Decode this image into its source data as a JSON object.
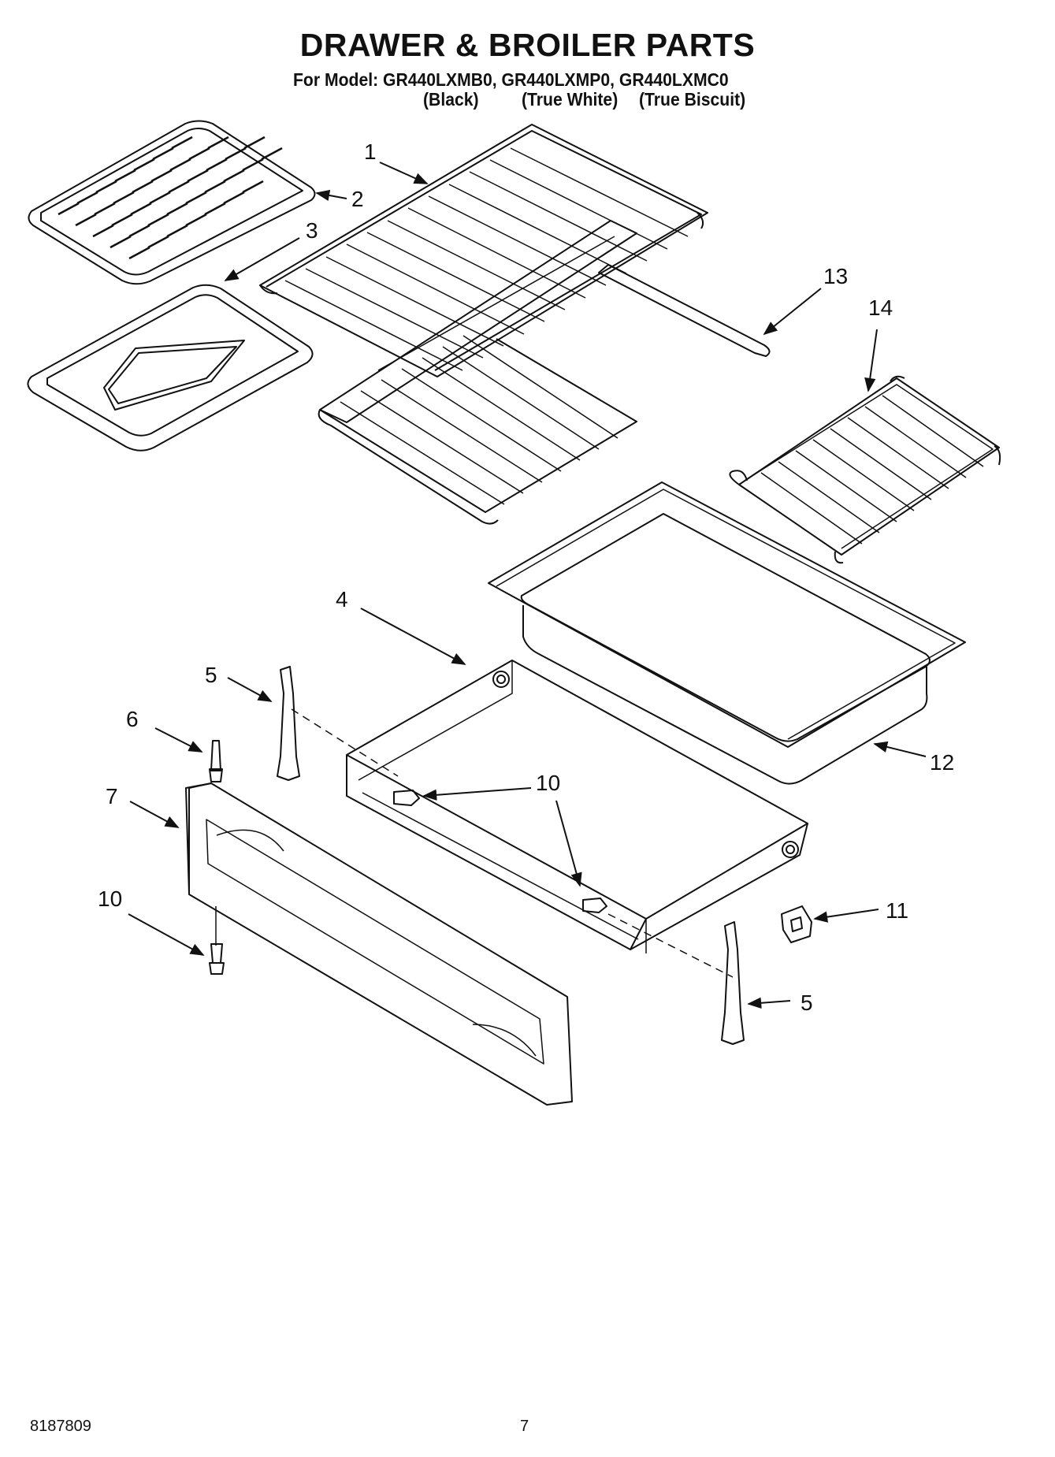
{
  "header": {
    "title": "DRAWER & BROILER PARTS",
    "model_line": "For Model: GR440LXMB0, GR440LXMP0, GR440LXMC0",
    "variants": [
      "(Black)",
      "(True White)",
      "(True Biscuit)"
    ]
  },
  "callouts": {
    "c1": "1",
    "c2": "2",
    "c3": "3",
    "c4": "4",
    "c5a": "5",
    "c5b": "5",
    "c6": "6",
    "c7": "7",
    "c10a": "10",
    "c10b": "10",
    "c11": "11",
    "c12": "12",
    "c13": "13",
    "c14": "14"
  },
  "footer": {
    "doc_number": "8187809",
    "page_number": "7"
  }
}
